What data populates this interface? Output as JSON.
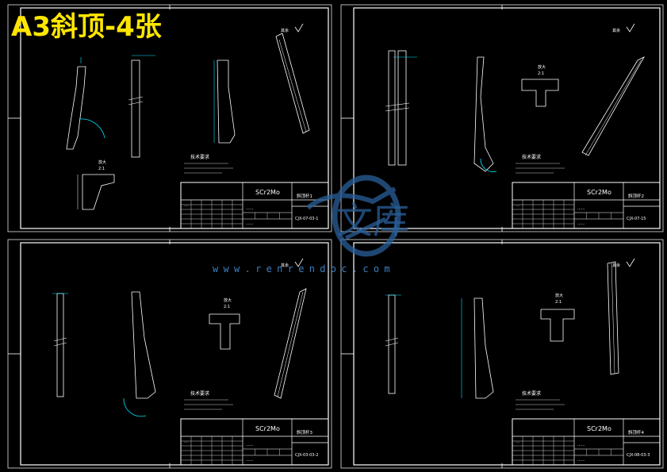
{
  "headline": "A3斜顶-4张",
  "watermark": {
    "logo_name": "renrendoc-logo-icon",
    "brand_text": "文库",
    "site": "www.renrendoc.com",
    "color": "#2a5f9a"
  },
  "colors": {
    "background": "#000000",
    "line": "#ffffff",
    "headline": "#ffe600",
    "cyan": "#00e5ff"
  },
  "sheets": [
    {
      "id": "top-left",
      "material": "SCr2Mo",
      "part_name": "斜顶杆1",
      "drawing_no": "CJX-07-03-1",
      "notes_title": "技术要求",
      "roughness": "其余",
      "section_label": "放大",
      "section_scale": "2:1"
    },
    {
      "id": "top-right",
      "material": "SCr2Mo",
      "part_name": "斜顶杆2",
      "drawing_no": "CJX-07-15",
      "notes_title": "技术要求",
      "roughness": "其余",
      "section_label": "放大",
      "section_scale": "2:1"
    },
    {
      "id": "bottom-left",
      "material": "SCr2Mo",
      "part_name": "斜顶杆3",
      "drawing_no": "CJX-03-03-2",
      "notes_title": "技术要求",
      "roughness": "其余",
      "section_label": "放大",
      "section_scale": "2:1"
    },
    {
      "id": "bottom-right",
      "material": "SCr2Mo",
      "part_name": "斜顶杆4",
      "drawing_no": "CJX-08-03-3",
      "notes_title": "技术要求",
      "roughness": "其余",
      "section_label": "放大",
      "section_scale": "2:1"
    }
  ]
}
